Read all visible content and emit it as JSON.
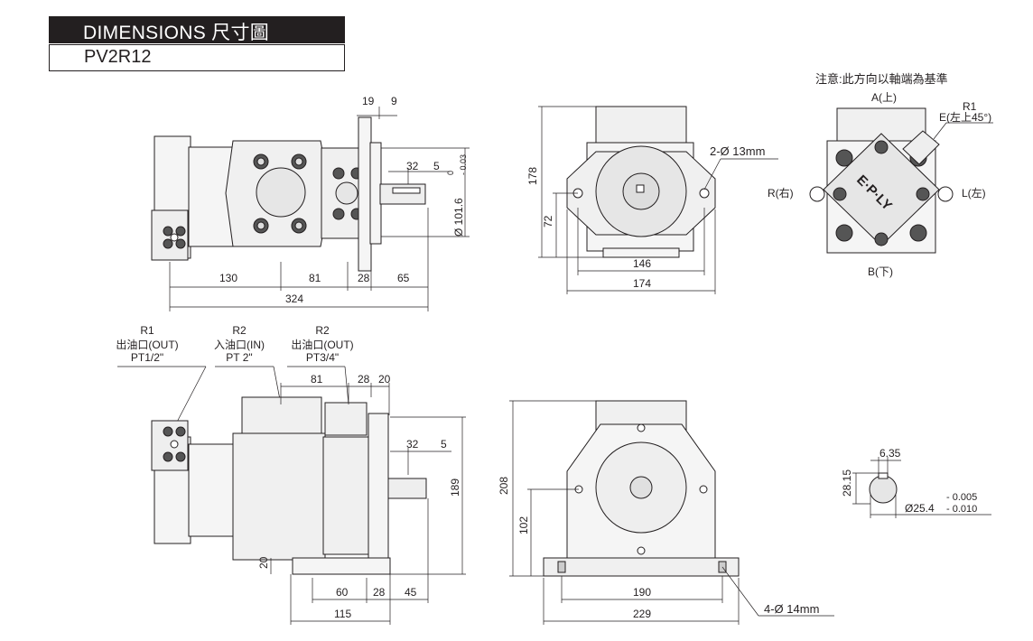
{
  "header": {
    "title": "DIMENSIONS  尺寸圖",
    "model": "PV2R12"
  },
  "top_front": {
    "dims": [
      "19",
      "9",
      "32",
      "5",
      "0",
      "- 0.03",
      "Ø 101.6",
      "130",
      "81",
      "28",
      "65",
      "324"
    ]
  },
  "top_side": {
    "dims": [
      "178",
      "72",
      "146",
      "174"
    ],
    "hole_note": "2-Ø 13mm"
  },
  "top_right": {
    "note": "注意:此方向以軸端為基準",
    "a_label": "A(上)",
    "b_label": "B(下)",
    "r_label": "R(右)",
    "l_label": "L(左)",
    "r1": "R1",
    "e_label": "E(左上45°)",
    "brand": "E·P·LY"
  },
  "ports": {
    "out1": [
      "R1",
      "出油口(OUT)",
      "PT1/2\""
    ],
    "in": [
      "R2",
      "入油口(IN)",
      "PT  2\""
    ],
    "out2": [
      "R2",
      "出油口(OUT)",
      "PT3/4\""
    ]
  },
  "bottom_front": {
    "dims": [
      "81",
      "28",
      "20",
      "32",
      "5",
      "189",
      "20",
      "60",
      "28",
      "45",
      "115"
    ]
  },
  "bottom_side": {
    "dims": [
      "208",
      "102",
      "190",
      "229"
    ],
    "hole_note": "4-Ø 14mm"
  },
  "key_detail": {
    "dims": [
      "6.35",
      "28.15",
      "Ø25.4",
      "- 0.005",
      "- 0.010"
    ]
  }
}
